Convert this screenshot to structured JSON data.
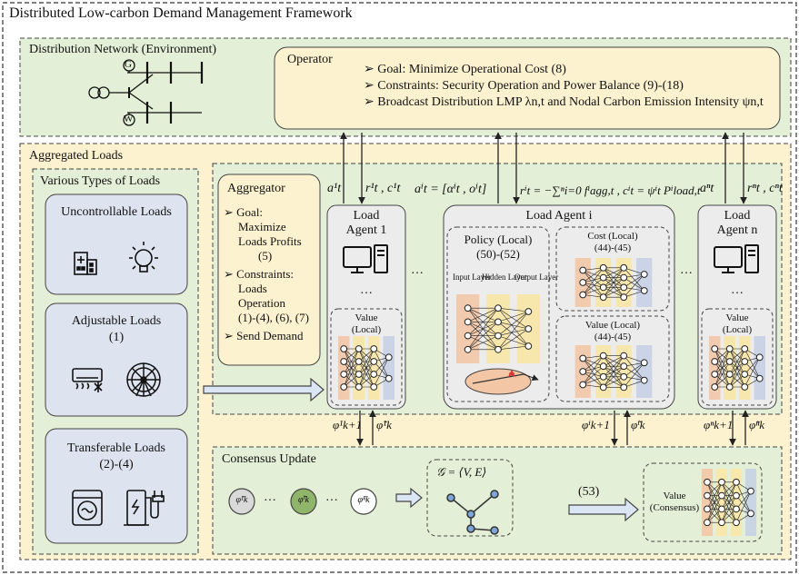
{
  "title": "Distributed Low-carbon Demand Management Framework",
  "distribution_network": {
    "label": "Distribution Network (Environment)",
    "generator_symbol": "G",
    "wind_symbol": "W"
  },
  "operator": {
    "title": "Operator",
    "items": [
      "Goal: Minimize Operational Cost (8)",
      "Constraints: Security Operation and Power Balance (9)-(18)",
      "Broadcast Distribution LMP λn,t and Nodal Carbon Emission Intensity ψn,t"
    ]
  },
  "aggregated_loads": {
    "label": "Aggregated Loads",
    "various_types_title": "Various Types of Loads",
    "uncontrollable": {
      "title": "Uncontrollable Loads"
    },
    "adjustable": {
      "title": "Adjustable Loads",
      "ref": "(1)"
    },
    "transferable": {
      "title": "Transferable Loads",
      "ref": "(2)-(4)"
    }
  },
  "aggregator": {
    "title": "Aggregator",
    "goal_label": "Goal:",
    "goal_lines": [
      "Maximize",
      "Loads Profits",
      "(5)"
    ],
    "constraints_label": "Constraints:",
    "constraints_lines": [
      "Loads",
      "Operation",
      "(1)-(4), (6), (7)"
    ],
    "send": "Send Demand"
  },
  "signals": {
    "a1": "a¹t",
    "r1c1": "r¹t , c¹t",
    "ai_def": "aⁱt = [αⁱt , oⁱt]",
    "ri_def": "rⁱt = −∑ⁿi=0 fⁱagg,t , cⁱt = ψⁱt Pⁱload,t",
    "an": "aⁿt",
    "rncn": "rⁿt , cⁿt",
    "phi1": "φ¹k+1",
    "phit1": "φ̃¹k",
    "phii": "φⁱk+1",
    "phiti": "φ̃ⁱk",
    "phin": "φⁿk+1",
    "phitn": "φ̃ⁿk"
  },
  "agents": {
    "agent1": {
      "title_line1": "Load",
      "title_line2": "Agent 1",
      "dots": "…",
      "value_label_1": "Value",
      "value_label_2": "(Local)"
    },
    "agenti": {
      "title": "Load Agent i",
      "policy_label": "Policy (Local)",
      "policy_ref": "(50)-(52)",
      "input_label": "Input Layer",
      "hidden_label": "Hidden Layer",
      "output_label": "Output Layer",
      "cost_label": "Cost (Local)",
      "cost_ref": "(44)-(45)",
      "value_label": "Value (Local)",
      "value_ref": "(44)-(45)"
    },
    "agentn": {
      "title_line1": "Load",
      "title_line2": "Agent n",
      "dots": "…",
      "value_label_1": "Value",
      "value_label_2": "(Local)"
    },
    "ellipsis": "…"
  },
  "consensus": {
    "title": "Consensus Update",
    "node1": "φ̃¹k",
    "nodei": "φ̃ⁱk",
    "noden": "φ̃ⁿk",
    "dots": "…",
    "graph_label": "𝒢 = ⟨V, E⟩",
    "eq_ref": "(53)",
    "value_label_1": "Value",
    "value_label_2": "(Consensus)"
  },
  "colors": {
    "green_panel": "#e3efd6",
    "yellow_panel": "#fdf2cf",
    "blue_panel": "#dde3ef",
    "grey_panel": "#ececec",
    "operator_fill": "#fdf2cf",
    "nn_orange": "#f3c6a6",
    "nn_yellow": "#f9e7a6",
    "nn_blue": "#c6d2e6",
    "arrow_fill": "#dbe6f4"
  }
}
